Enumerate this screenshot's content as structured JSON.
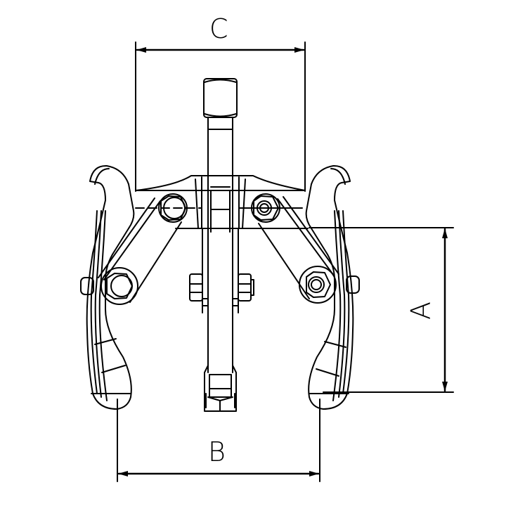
{
  "drawing": {
    "subject": "gear puller technical drawing",
    "line_color": "#000000",
    "background": "#ffffff"
  },
  "dimensions": {
    "A": {
      "label": "A",
      "orientation": "vertical",
      "description": "jaw reach depth"
    },
    "B": {
      "label": "B",
      "orientation": "horizontal",
      "description": "jaw tip spread"
    },
    "C": {
      "label": "C",
      "orientation": "horizontal",
      "description": "overall width at yoke"
    }
  }
}
